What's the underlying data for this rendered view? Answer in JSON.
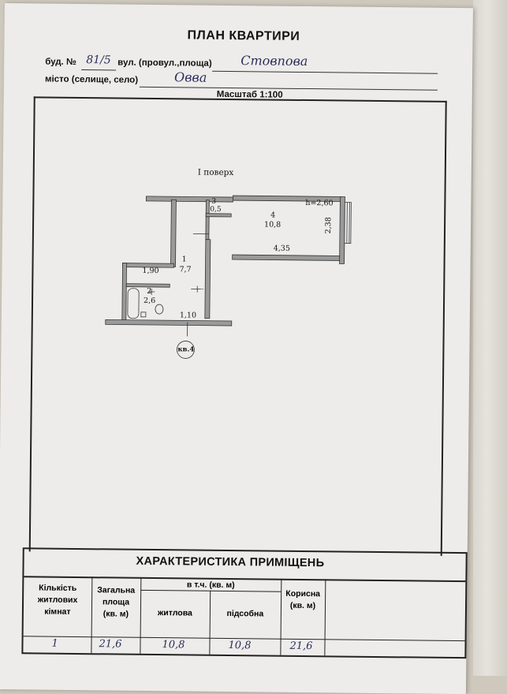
{
  "header": {
    "title": "ПЛАН КВАРТИРИ",
    "bud_label": "буд. №",
    "bud_value": "81/5",
    "street_label": "вул. (провул.,площа)",
    "street_value": "Стовпова",
    "city_label": "місто (селище, село)",
    "city_value": "Овва",
    "scale": "Масштаб 1:100"
  },
  "plan": {
    "floor": "I поверх",
    "rooms": [
      {
        "num": "1",
        "area": "7,7"
      },
      {
        "num": "2",
        "area": "2,6"
      },
      {
        "num": "3",
        "area": "0,5"
      },
      {
        "num": "4",
        "area": "10,8"
      }
    ],
    "dims": {
      "height": "h=2,60",
      "side": "2,38",
      "length": "4,35",
      "hall_width": "1,90",
      "bath_width": "1,10"
    },
    "apartment_tag": "кв.4"
  },
  "table": {
    "title": "ХАРАКТЕРИСТИКА ПРИМІЩЕНЬ",
    "headers": {
      "rooms_count": [
        "Кількість",
        "житлових",
        "кімнат"
      ],
      "total_area": [
        "Загальна",
        "площа",
        "(кв. м)"
      ],
      "including": "в т.ч. (кв. м)",
      "living": "житлова",
      "auxiliary": "підсобна",
      "useful": [
        "Корисна",
        "(кв. м)"
      ]
    },
    "row": {
      "rooms_count": "1",
      "total_area": "21,6",
      "living": "10,8",
      "auxiliary": "10,8",
      "useful": "21,6"
    }
  }
}
